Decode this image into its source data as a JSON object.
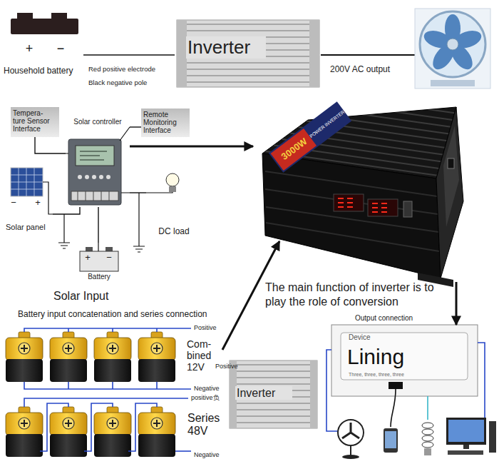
{
  "diagram": {
    "nodes": [
      {
        "text": [
          "+",
          "−",
          "Household battery"
        ]
      },
      {
        "text": [
          "Inverter"
        ]
      },
      {
        "text": [
          "Tempera- ture Sensor Interface"
        ]
      },
      {
        "text": [
          "Solar controller"
        ]
      },
      {
        "text": [
          "Remote Monitoring Interface"
        ]
      },
      {
        "text": [
          "−",
          "+",
          "Solar panel"
        ]
      },
      {
        "text": [
          "DC load"
        ]
      },
      {
        "text": [
          "+",
          "−",
          "Battery"
        ]
      },
      {
        "text": [
          "3000W",
          "POWER INVERTER"
        ]
      },
      {
        "text": [
          "Inverter"
        ]
      },
      {
        "text": [
          "Device",
          "Lining",
          "Three, three, three, three"
        ]
      }
    ],
    "edges": [
      {
        "from": 0,
        "to": 1,
        "arrow": "none"
      },
      {
        "from": 2,
        "to": 3,
        "arrow": "none"
      },
      {
        "from": 4,
        "to": 3,
        "arrow": "none"
      },
      {
        "from": 5,
        "to": 3,
        "arrow": "none"
      },
      {
        "from": 6,
        "to": 3,
        "arrow": "none"
      },
      {
        "from": 7,
        "to": 3,
        "arrow": "none"
      },
      {
        "from": 3,
        "to": 8,
        "arrow": "to"
      },
      {
        "from": 8,
        "to": 10,
        "arrow": "to"
      }
    ],
    "labels": [
      "Red positive electrode",
      "Black negative pole",
      "200V AC output",
      "Solar Input",
      "The main function of inverter is to play the role of conversion",
      "Output connection",
      "Battery input concatenation and series connection",
      "Positive",
      "Com- bined 12V",
      "Positive",
      "Negative",
      "positive负",
      "Series 48V",
      "Negative"
    ]
  }
}
